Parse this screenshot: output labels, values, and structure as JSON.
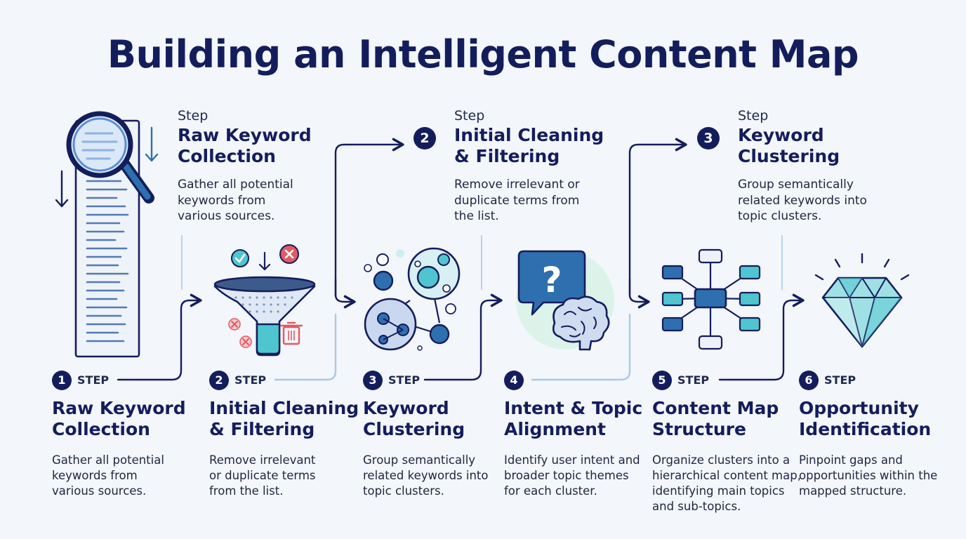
{
  "title": "Building an Intelligent Content Map",
  "top_steps": [
    {
      "label": "Step",
      "title_lines": [
        "Raw Keyword",
        "Collection"
      ],
      "desc_lines": [
        "Gather all potential",
        "keywords from",
        "various sources."
      ]
    },
    {
      "label": "Step",
      "number": "2",
      "title_lines": [
        "Initial Cleaning",
        "& Filtering"
      ],
      "desc_lines": [
        "Remove irrelevant or",
        "duplicate terms from",
        "the list."
      ]
    },
    {
      "label": "Step",
      "number": "3",
      "title_lines": [
        "Keyword",
        "Clustering"
      ],
      "desc_lines": [
        "Group semantically",
        "related keywords into",
        "topic clusters."
      ]
    }
  ],
  "steps": [
    {
      "number": "1",
      "label": "STEP",
      "title_lines": [
        "Raw Keyword",
        "Collection"
      ],
      "desc_lines": [
        "Gather all potential",
        "keywords from",
        "various sources."
      ]
    },
    {
      "number": "2",
      "label": "STEP",
      "title_lines": [
        "Initial Cleaning",
        "& Filtering"
      ],
      "desc_lines": [
        "Remove irrelevant",
        "or duplicate terms",
        "from the list."
      ]
    },
    {
      "number": "3",
      "label": "STEP",
      "title_lines": [
        "Keyword",
        "Clustering"
      ],
      "desc_lines": [
        "Group semantically",
        "related keywords into",
        "topic clusters."
      ]
    },
    {
      "number": "4",
      "label": "",
      "title_lines": [
        "Intent & Topic",
        "Alignment"
      ],
      "desc_lines": [
        "Identify user intent and",
        "broader topic themes",
        "for each cluster."
      ]
    },
    {
      "number": "5",
      "label": "STEP",
      "title_lines": [
        "Content Map",
        "Structure"
      ],
      "desc_lines": [
        "Organize clusters into a",
        "hierarchical content map,",
        "identifying main topics",
        "and sub-topics."
      ]
    },
    {
      "number": "6",
      "label": "STEP",
      "title_lines": [
        "Opportunity",
        "Identification"
      ],
      "desc_lines": [
        "Pinpoint gaps and",
        "opportunities within the",
        "mapped structure."
      ]
    }
  ],
  "icons": {
    "step1": "magnifier-list-icon",
    "step2": "filter-funnel-icon",
    "step3": "cluster-bubbles-icon",
    "step4": "question-brain-icon",
    "step5": "hierarchy-map-icon",
    "step6": "diamond-icon"
  },
  "colors": {
    "navy": "#141d5c",
    "blue": "#2e6fb0",
    "teal": "#4fc6cf",
    "red": "#e05a63"
  }
}
